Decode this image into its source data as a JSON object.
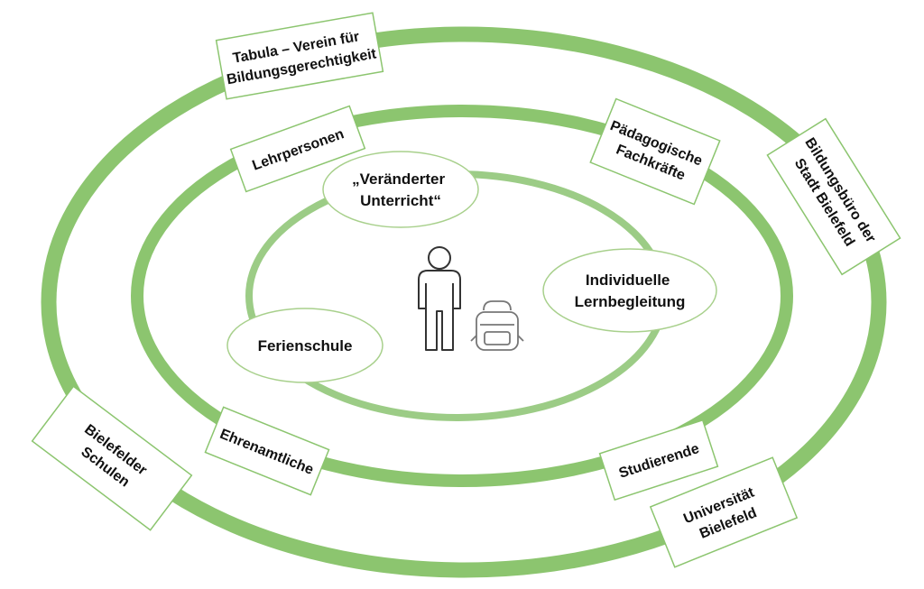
{
  "diagram": {
    "colors": {
      "ring_outer": "#8cc56f",
      "ring_middle": "#8cc56f",
      "ring_inner": "#9ccc86",
      "oval_stroke": "#a8d08c",
      "box_stroke": "#8cc56f",
      "text": "#111111",
      "icon_stroke": "#333333",
      "backpack_stroke": "#777777"
    },
    "outer_ring_boxes": {
      "tabula": [
        "Tabula – Verein für",
        "Bildungsgerechtigkeit"
      ],
      "bildungsbuero": [
        "Bildungsbüro der",
        "Stadt Bielefeld"
      ],
      "bielefelder_schulen": [
        "Bielefelder",
        "Schulen"
      ],
      "universitaet": [
        "Universität",
        "Bielefeld"
      ]
    },
    "middle_ring_boxes": {
      "lehrpersonen": [
        "Lehrpersonen"
      ],
      "paedagogische": [
        "Pädagogische",
        "Fachkräfte"
      ],
      "ehrenamtliche": [
        "Ehrenamtliche"
      ],
      "studierende": [
        "Studierende"
      ]
    },
    "inner_ovals": {
      "veraenderter": [
        "„Veränderter",
        "Unterricht“"
      ],
      "individuelle": [
        "Individuelle",
        "Lernbegleitung"
      ],
      "ferienschule": [
        "Ferienschule"
      ]
    },
    "icons": {
      "person": "person-icon",
      "backpack": "backpack-icon"
    }
  }
}
